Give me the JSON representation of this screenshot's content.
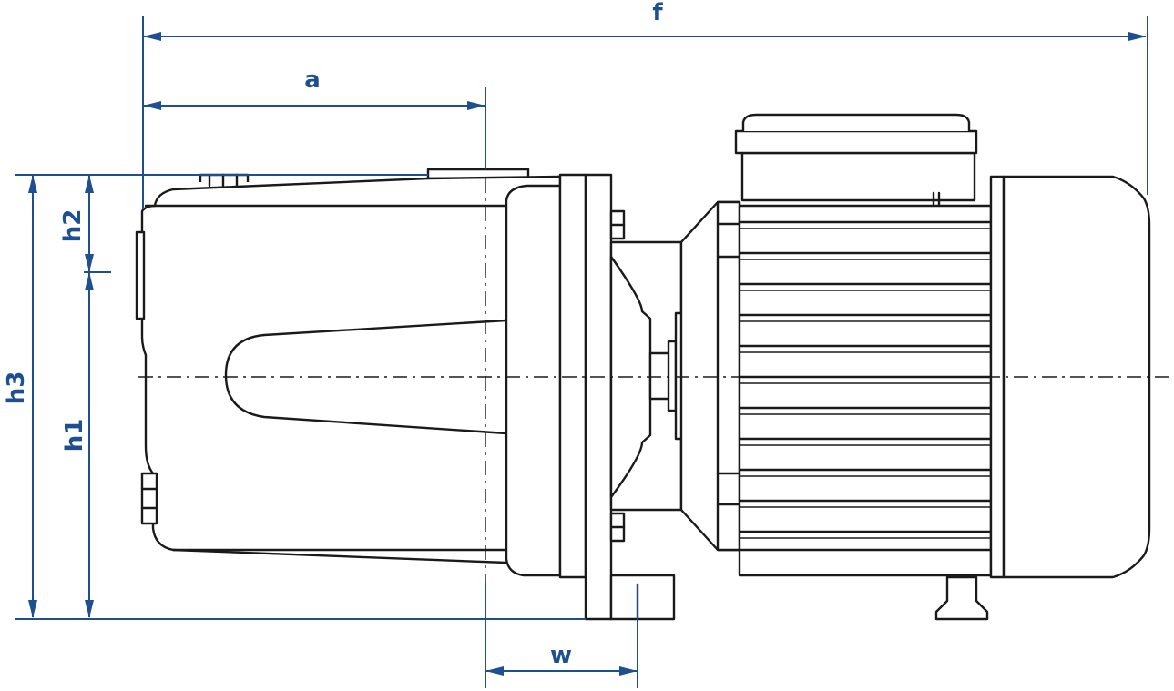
{
  "colors": {
    "dimension": "#1e4f91",
    "outline": "#1a1a1a",
    "background": "#ffffff"
  },
  "dimensions": {
    "f": "f",
    "a": "a",
    "h2": "h2",
    "h3": "h3",
    "h1": "h1",
    "w": "w"
  }
}
